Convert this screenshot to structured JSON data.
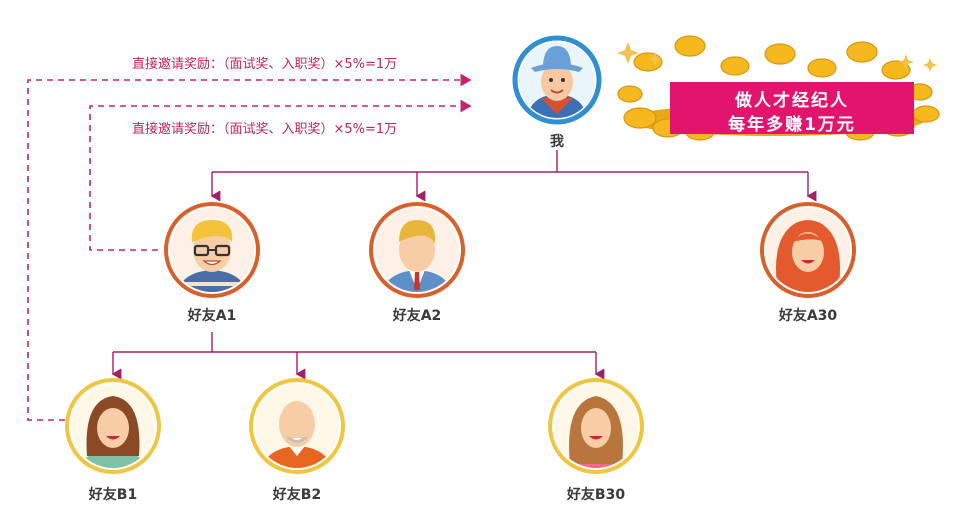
{
  "banner": {
    "line1": "做人才经纪人",
    "line2": "每年多赚1万元",
    "banner_color": "#e3146e",
    "coin_color": "#f5b91e"
  },
  "rewards": [
    {
      "text": "直接邀请奖励：（面试奖、入职奖）×5%=1万"
    },
    {
      "text": "直接邀请奖励：（面试奖、入职奖）×5%=1万"
    }
  ],
  "nodes": {
    "me": {
      "label": "我",
      "ring_color": "#2f8fd0"
    },
    "a1": {
      "label": "好友A1",
      "ring_color": "#d8602a"
    },
    "a2": {
      "label": "好友A2",
      "ring_color": "#d8602a"
    },
    "a30": {
      "label": "好友A30",
      "ring_color": "#d8602a"
    },
    "b1": {
      "label": "好友B1",
      "ring_color": "#f0c640"
    },
    "b2": {
      "label": "好友B2",
      "ring_color": "#f0c640"
    },
    "b30": {
      "label": "好友B30",
      "ring_color": "#f0c640"
    }
  },
  "colors": {
    "tree_line": "#a0206a",
    "dashed_line": "#c8246c"
  }
}
